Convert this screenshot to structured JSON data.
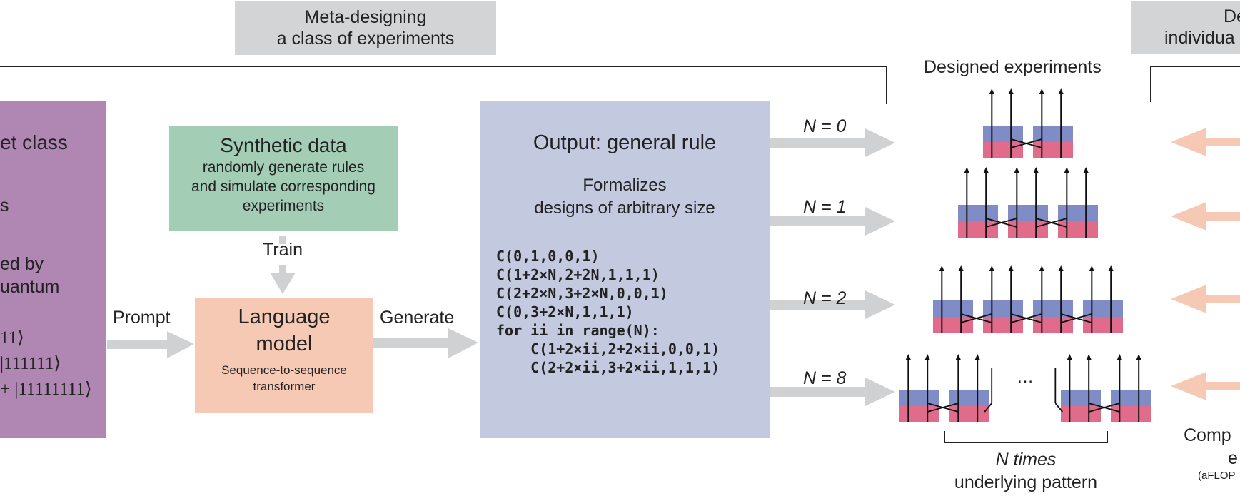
{
  "banners": {
    "meta_line1": "Meta-designing",
    "meta_line2": "a class of experiments",
    "right_line1": "De",
    "right_line2": "individua"
  },
  "target_panel": {
    "title": "et class",
    "line_s": "s",
    "line_ed_by": "ed by",
    "line_quantum": "uantum",
    "ket1": "11⟩",
    "ket2": "|111111⟩",
    "ket3": "+ |11111111⟩"
  },
  "synthetic": {
    "title": "Synthetic data",
    "line1": "randomly generate rules",
    "line2": "and simulate corresponding",
    "line3": "experiments"
  },
  "train_label": "Train",
  "prompt_label": "Prompt",
  "generate_label": "Generate",
  "language_model": {
    "title_line1": "Language",
    "title_line2": "model",
    "sub_line1": "Sequence-to-sequence",
    "sub_line2": "transformer"
  },
  "output": {
    "title": "Output: general rule",
    "sub_line1": "Formalizes",
    "sub_line2": "designs of arbitrary size",
    "code": [
      "C(0,1,0,0,1)",
      "C(1+2×N,2+2N,1,1,1)",
      "C(2+2×N,3+2×N,0,0,1)",
      "C(0,3+2×N,1,1,1)",
      "for ii in range(N):",
      "    C(1+2×ii,2+2×ii,0,0,1)",
      "    C(2+2×ii,3+2×ii,1,1,1)"
    ]
  },
  "designed_title": "Designed experiments",
  "n_labels": [
    "N = 0",
    "N = 1",
    "N = 2",
    "N = 8"
  ],
  "ellipsis": "…",
  "underlying": {
    "line1": "N times",
    "line2": "underlying pattern"
  },
  "right_partial": {
    "line1": "Comp",
    "line2": "e",
    "line3": "(aFLOP"
  },
  "colors": {
    "banner": "#d3d4d6",
    "target": "#b086b3",
    "synthetic": "#a3cdb5",
    "language_model": "#f5c9b4",
    "output": "#c3c9df",
    "blue_block": "#7f8cc6",
    "pink_block": "#e06b8a",
    "grey_arrow": "#d0d1d3",
    "peach_arrow": "#f5c9b4"
  }
}
